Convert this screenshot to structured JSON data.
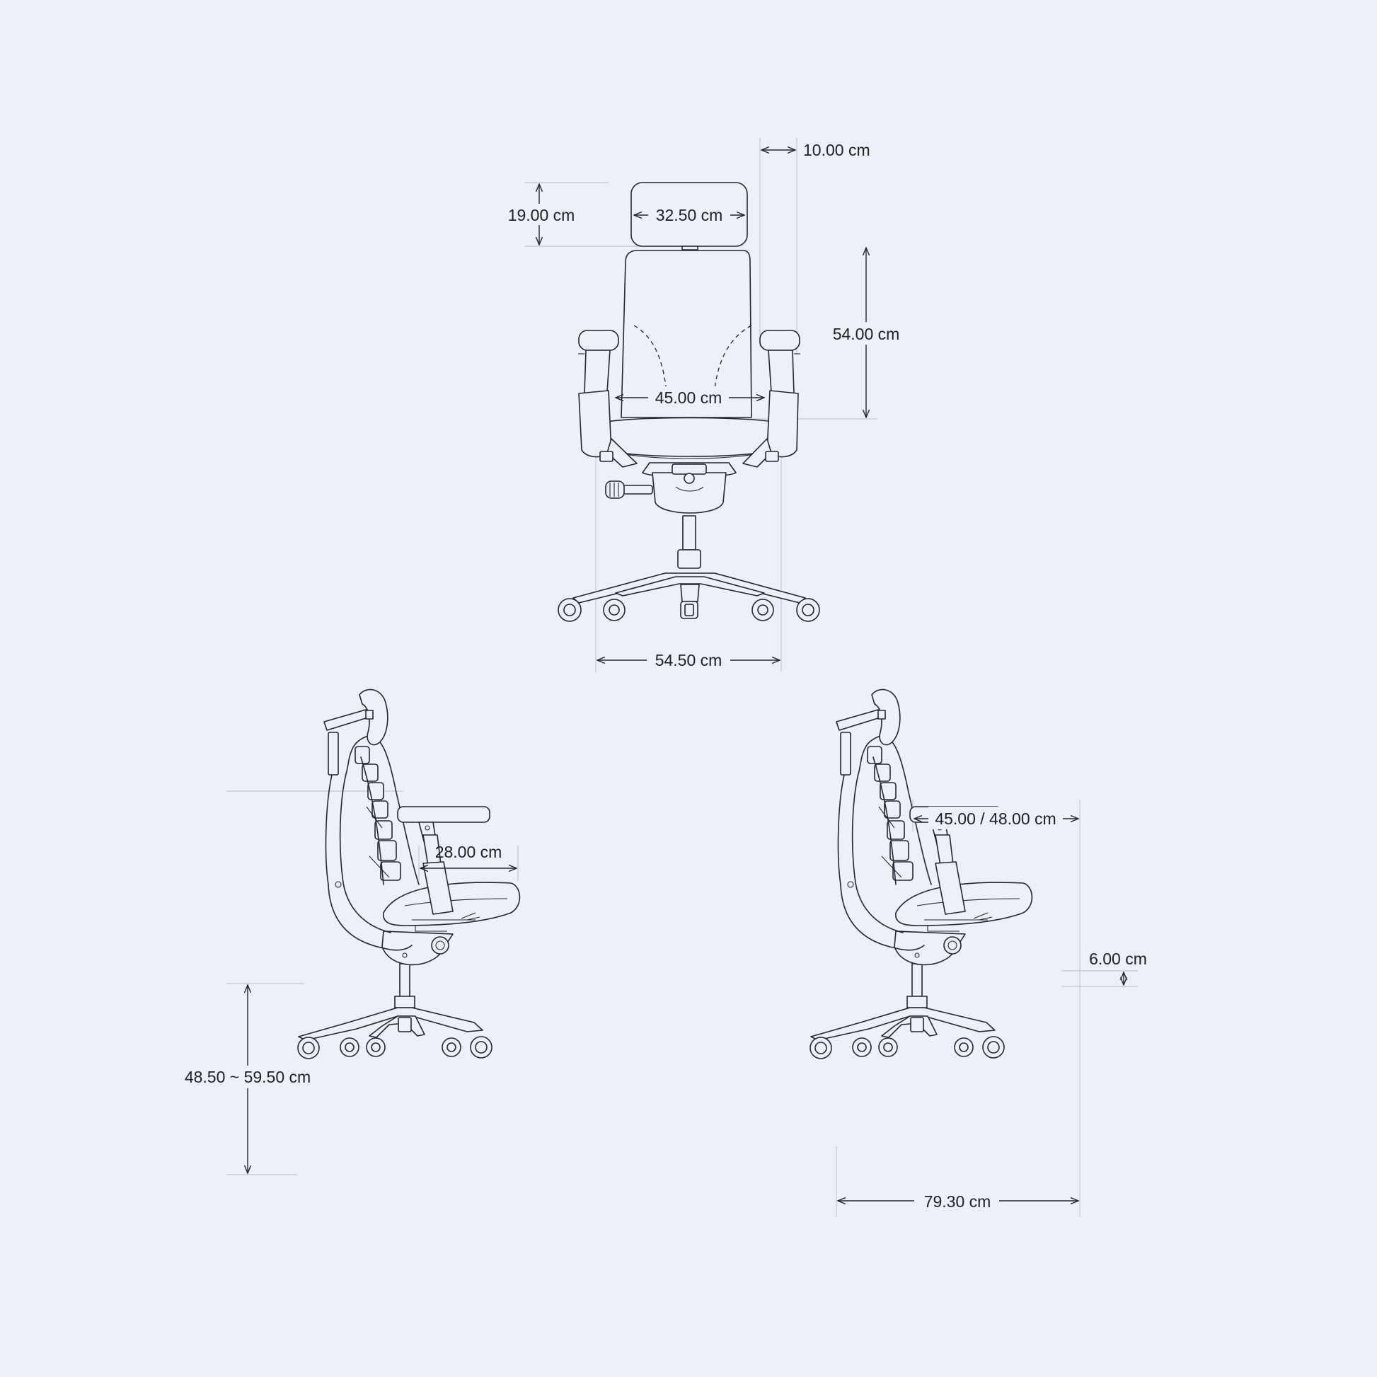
{
  "background_color": "#edf1f7",
  "line_color": "#23262b",
  "front_view": {
    "headrest_width": "32.50 cm",
    "headrest_height": "19.00 cm",
    "armrest_width": "10.00 cm",
    "backrest_height": "54.00 cm",
    "backrest_width": "45.00 cm",
    "base_width": "54.50 cm"
  },
  "side_view_left": {
    "armrest_depth": "28.00 cm",
    "seat_height": "48.50 ~ 59.50 cm"
  },
  "side_view_right": {
    "seat_depth": "45.00 / 48.00 cm",
    "lumbar_adjust": "6.00 cm",
    "overall_depth": "79.30 cm"
  }
}
